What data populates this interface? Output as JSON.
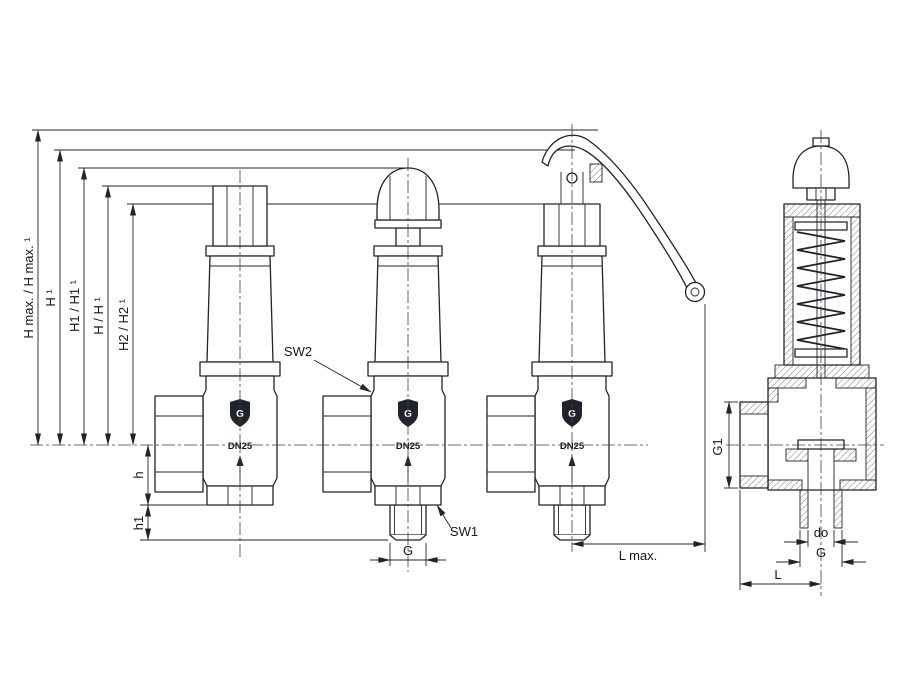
{
  "drawing": {
    "background": "#ffffff",
    "line_color": "#20242a",
    "labels": {
      "dim_h_max": "H max. / H max. ¹",
      "dim_h_sup": "H ¹",
      "dim_h1": "H1 / H1 ¹",
      "dim_h": "H / H ¹",
      "dim_h2": "H2 / H2 ¹",
      "dim_h_small": "h",
      "dim_h1_small": "h1",
      "sw2": "SW2",
      "sw1": "SW1",
      "dim_g_outlet": "G",
      "dim_l_max": "L max.",
      "dim_g1": "G1",
      "dim_do": "do",
      "dim_g_right": "G",
      "dim_l": "L",
      "dn_size": "DN25",
      "logo_letter": "G"
    }
  }
}
